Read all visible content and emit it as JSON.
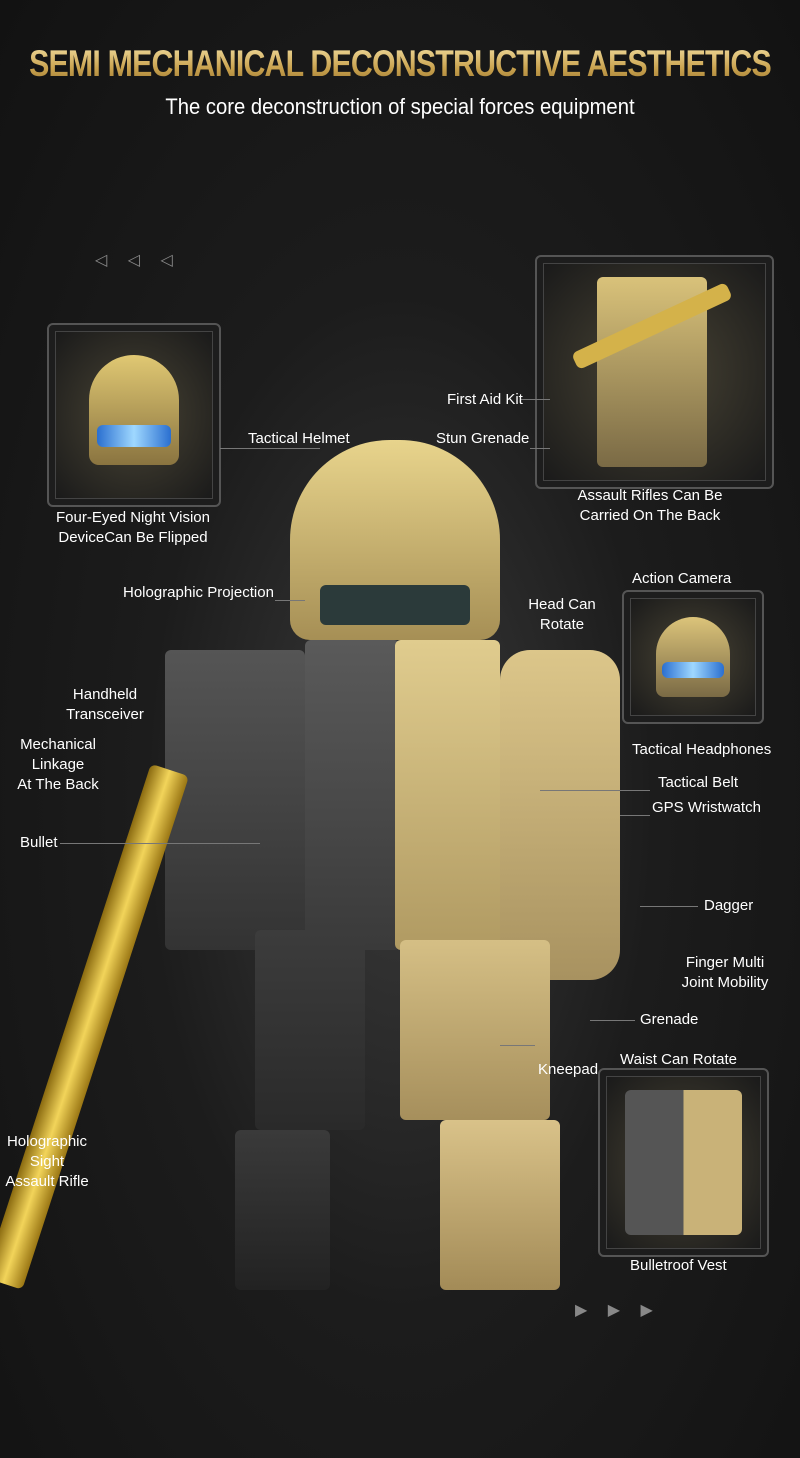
{
  "header": {
    "title": "SEMI MECHANICAL DECONSTRUCTIVE AESTHETICS",
    "subtitle": "The core deconstruction of special forces equipment"
  },
  "labels": {
    "tactical_helmet": "Tactical Helmet",
    "stun_grenade": "Stun Grenade",
    "first_aid_kit": "First Aid Kit",
    "night_vision_1": "Four-Eyed Night Vision",
    "night_vision_2": "DeviceCan Be Flipped",
    "rifles_back_1": "Assault Rifles Can Be",
    "rifles_back_2": "Carried On The Back",
    "holo_projection": "Holographic Projection",
    "action_camera": "Action Camera",
    "head_rotate_1": "Head Can",
    "head_rotate_2": "Rotate",
    "transceiver_1": "Handheld",
    "transceiver_2": "Transceiver",
    "linkage_1": "Mechanical",
    "linkage_2": "Linkage",
    "linkage_3": "At The Back",
    "headphones": "Tactical Headphones",
    "belt": "Tactical Belt",
    "wristwatch": "GPS Wristwatch",
    "bullet": "Bullet",
    "dagger": "Dagger",
    "finger_1": "Finger Multi",
    "finger_2": "Joint Mobility",
    "grenade": "Grenade",
    "waist_rotate": "Waist Can Rotate",
    "kneepad": "Kneepad",
    "holo_rifle_1": "Holographic",
    "holo_rifle_2": "Sight",
    "holo_rifle_3": "Assault Rifle",
    "vest": "Bulletroof Vest"
  },
  "decor": {
    "left_arrows": "◁ ◁ ◁",
    "right_arrows": "▶ ▶ ▶"
  }
}
